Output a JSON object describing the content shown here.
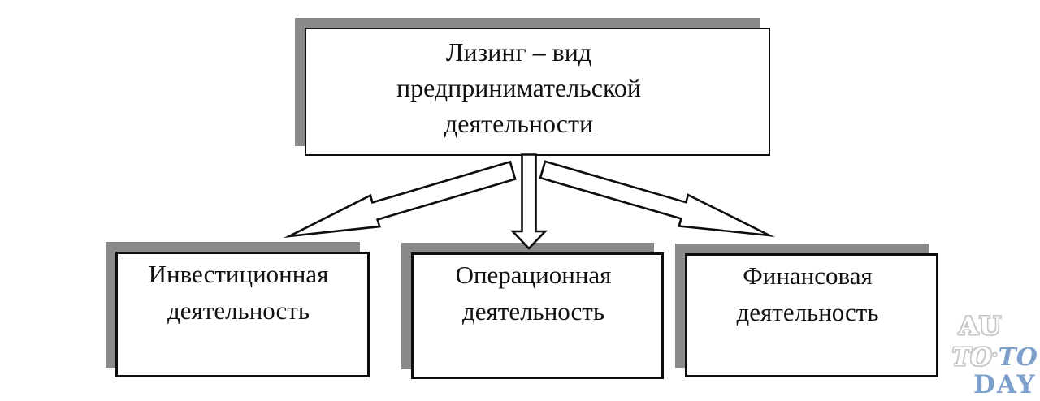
{
  "diagram": {
    "type": "flowchart-tree",
    "root": {
      "id": "root",
      "line1": "Лизинг – вид",
      "line2": "предпринимательской",
      "line3": "деятельности"
    },
    "children": [
      {
        "id": "investment",
        "line1": "Инвестиционная",
        "line2": "деятельность"
      },
      {
        "id": "operational",
        "line1": "Операционная",
        "line2": "деятельность"
      },
      {
        "id": "financial",
        "line1": "Финансовая",
        "line2": "деятельность"
      }
    ],
    "connections": [
      {
        "from": "root",
        "to": "investment",
        "style": "block-arrow"
      },
      {
        "from": "root",
        "to": "operational",
        "style": "block-arrow"
      },
      {
        "from": "root",
        "to": "financial",
        "style": "block-arrow"
      }
    ]
  },
  "watermark": {
    "line1": "AU",
    "line2_left": "TO",
    "line2_dot": "·",
    "line2_right": "TO",
    "line3": "DAY"
  },
  "colors": {
    "background": "#ffffff",
    "box_fill": "#ffffff",
    "box_border": "#0d0d0d",
    "shadow": "#8a8a8a",
    "text": "#111111",
    "watermark_blue": "#7d9fcc",
    "watermark_white": "#ffffff",
    "watermark_outline": "#c6c6c6"
  }
}
